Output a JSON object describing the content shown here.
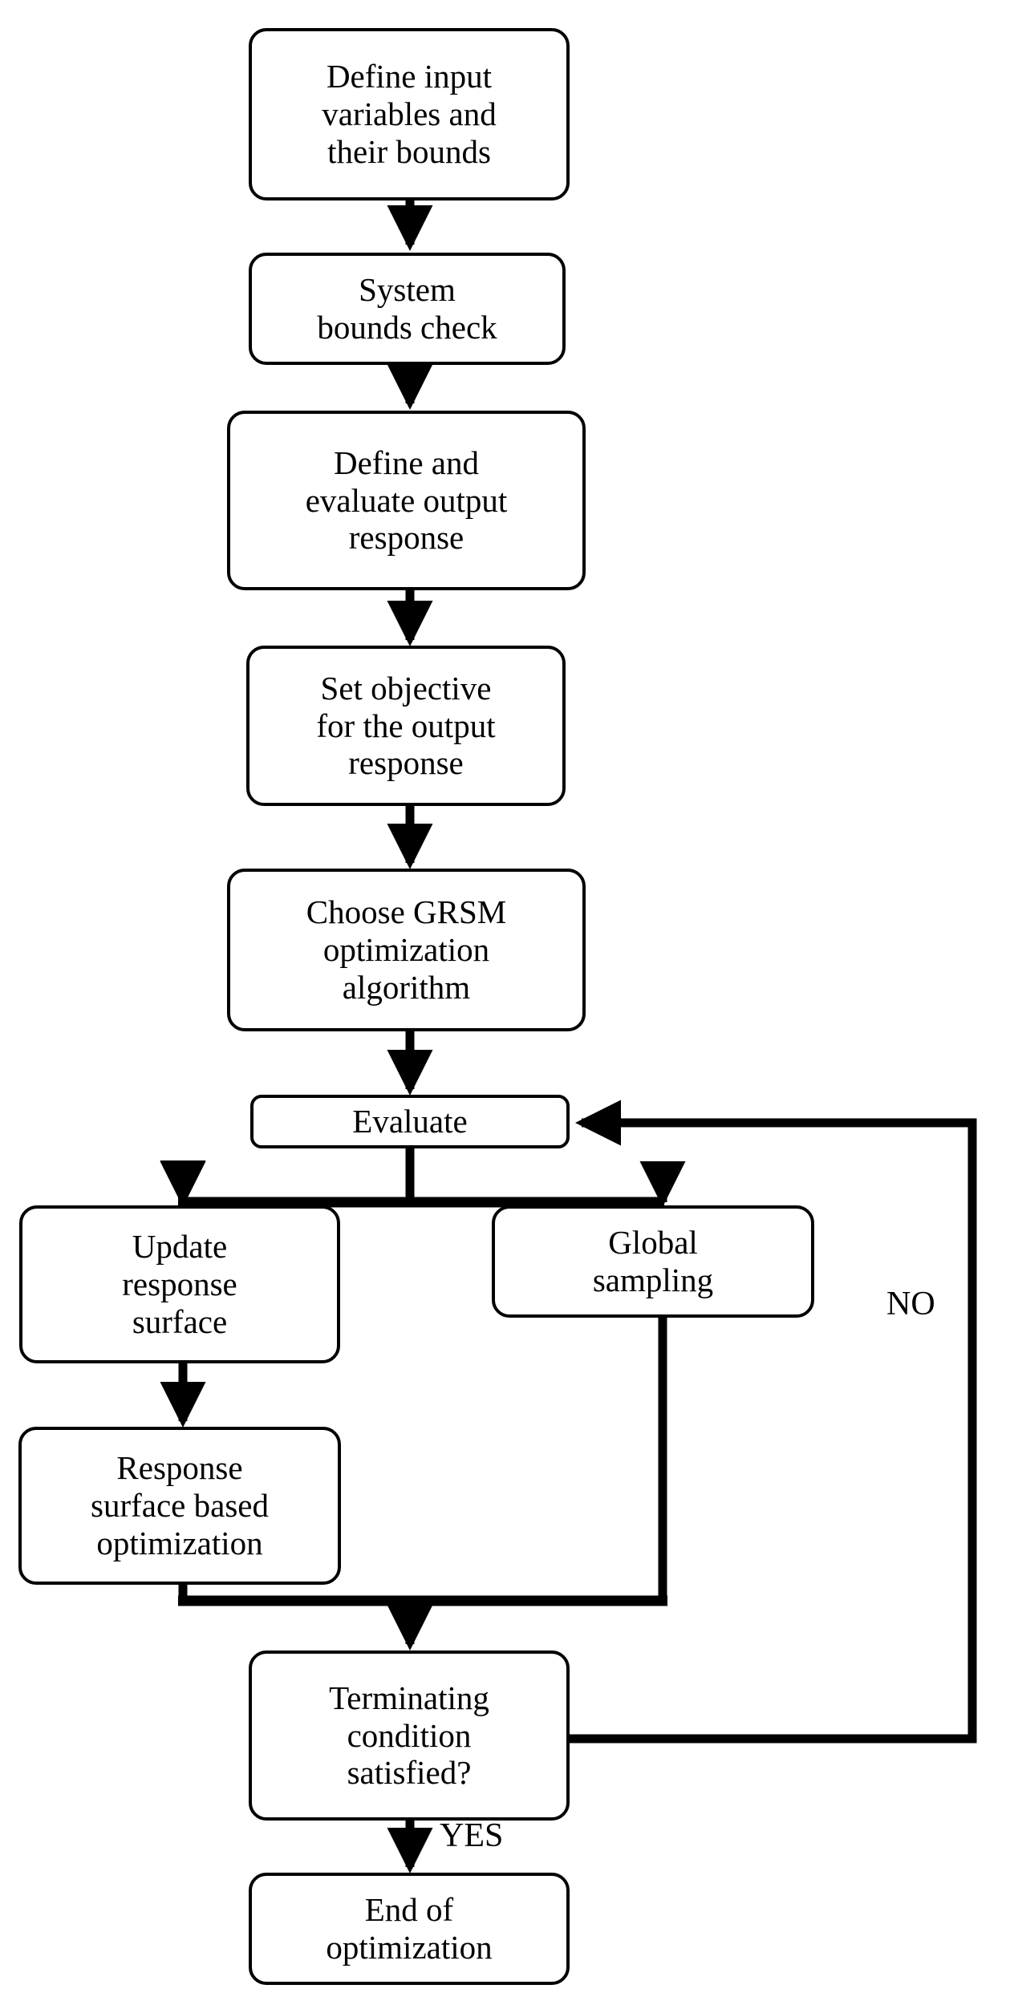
{
  "diagram": {
    "title": "GRSM optimization procedure flowchart",
    "stroke_color": "#000000",
    "background_color": "#ffffff",
    "nodes": [
      {
        "id": "define-input",
        "label": "Define input\nvariables and\ntheir bounds"
      },
      {
        "id": "system-bounds-check",
        "label": "System\nbounds check"
      },
      {
        "id": "define-evaluate-output",
        "label": "Define and\nevaluate output\nresponse"
      },
      {
        "id": "set-objective",
        "label": "Set objective\nfor the output\nresponse"
      },
      {
        "id": "choose-grsm",
        "label": "Choose GRSM\noptimization\nalgorithm"
      },
      {
        "id": "evaluate",
        "label": "Evaluate"
      },
      {
        "id": "update-response-surface",
        "label": "Update\nresponse\nsurface"
      },
      {
        "id": "global-sampling",
        "label": "Global\nsampling"
      },
      {
        "id": "response-surface-optimization",
        "label": "Response\nsurface based\noptimization"
      },
      {
        "id": "terminating-condition",
        "label": "Terminating\ncondition\nsatisfied?"
      },
      {
        "id": "end-of-optimization",
        "label": "End of\noptimization"
      }
    ],
    "edge_labels": [
      {
        "id": "no-label",
        "label": "NO"
      },
      {
        "id": "yes-label",
        "label": "YES"
      }
    ]
  }
}
